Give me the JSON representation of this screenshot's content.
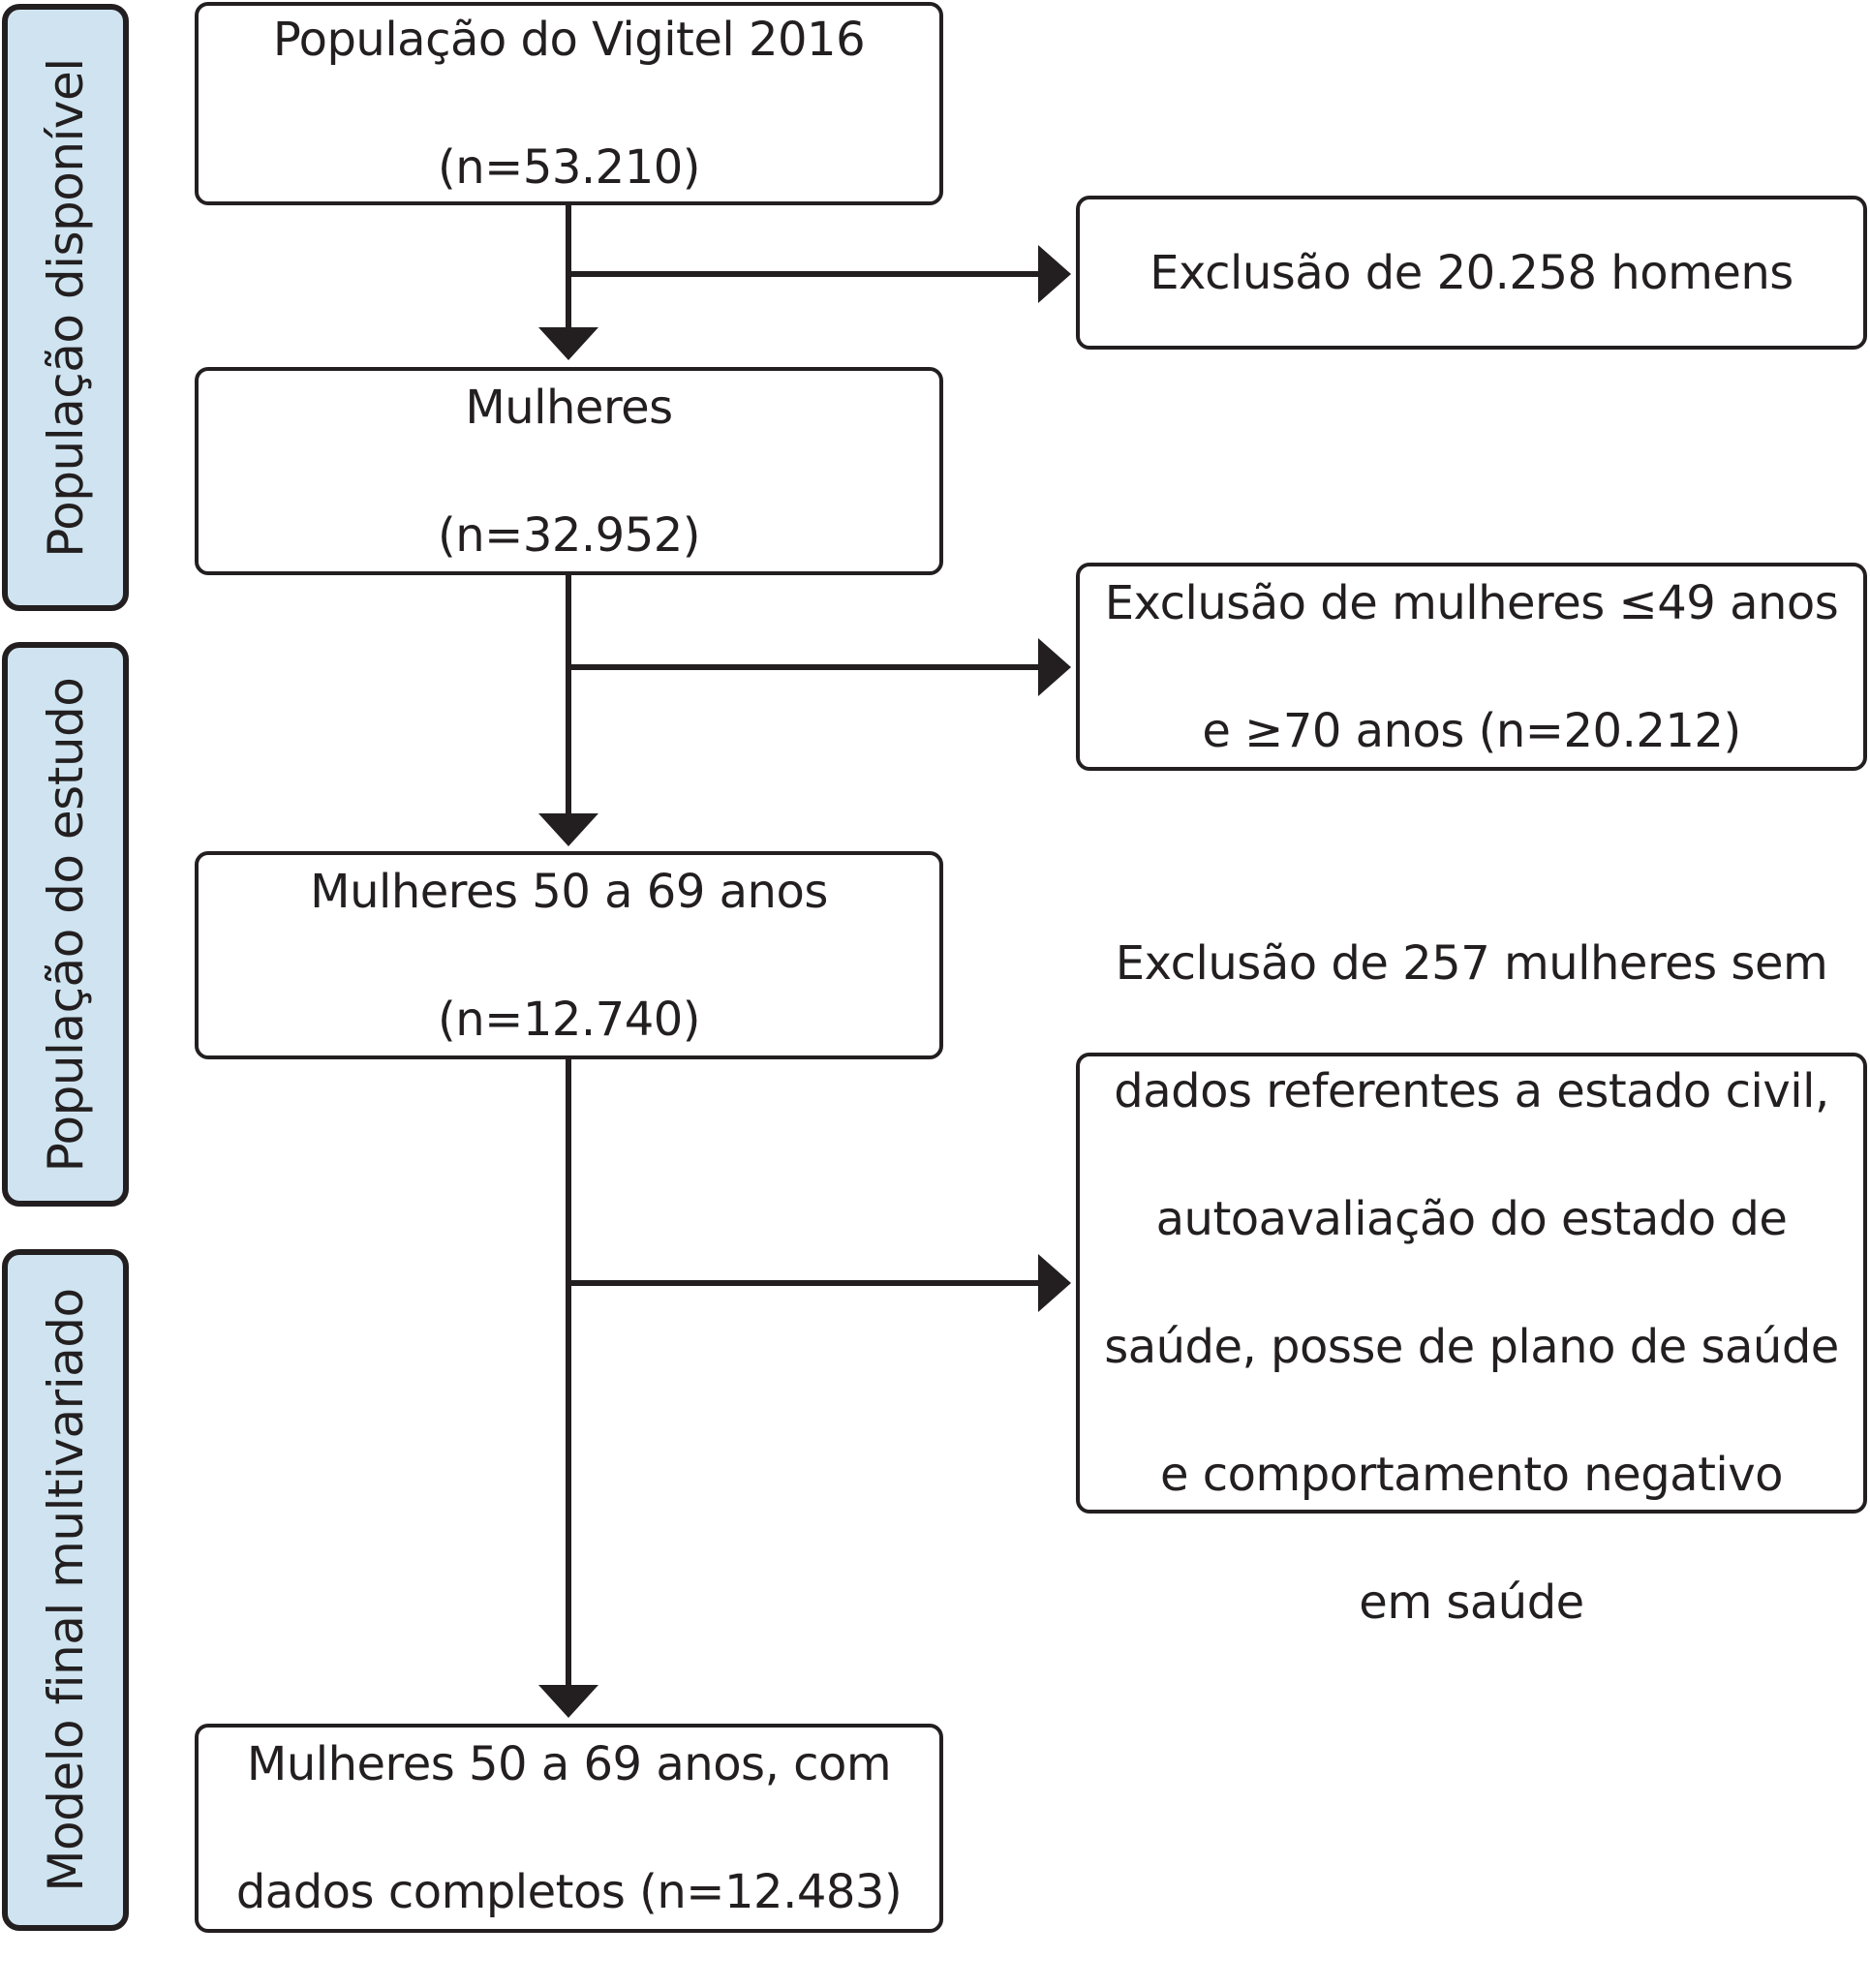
{
  "side_labels": {
    "available": "População disponível",
    "study": "População do estudo",
    "model": "Modelo final multivariado"
  },
  "boxes": {
    "vigitel": {
      "line1": "População do Vigitel 2016",
      "line2": "(n=53.210)"
    },
    "women": {
      "line1": "Mulheres",
      "line2": "(n=32.952)"
    },
    "women_50_69": {
      "line1": "Mulheres 50 a 69 anos",
      "line2": "(n=12.740)"
    },
    "final": {
      "line1": "Mulheres 50 a 69 anos, com",
      "line2": "dados completos (n=12.483)"
    }
  },
  "exclusions": {
    "men": {
      "line1": "Exclusão de 20.258 homens"
    },
    "age": {
      "line1": "Exclusão de mulheres ≤49 anos",
      "line2": "e ≥70 anos (n=20.212)"
    },
    "missing": {
      "line1": "Exclusão de 257 mulheres sem",
      "line2": "dados referentes a estado civil,",
      "line3": "autoavaliação do estado de",
      "line4": "saúde, posse de plano de saúde",
      "line5": "e comportamento negativo",
      "line6": "em saúde"
    }
  },
  "colors": {
    "stroke": "#231f20",
    "side_fill": "#cfe4f0"
  }
}
